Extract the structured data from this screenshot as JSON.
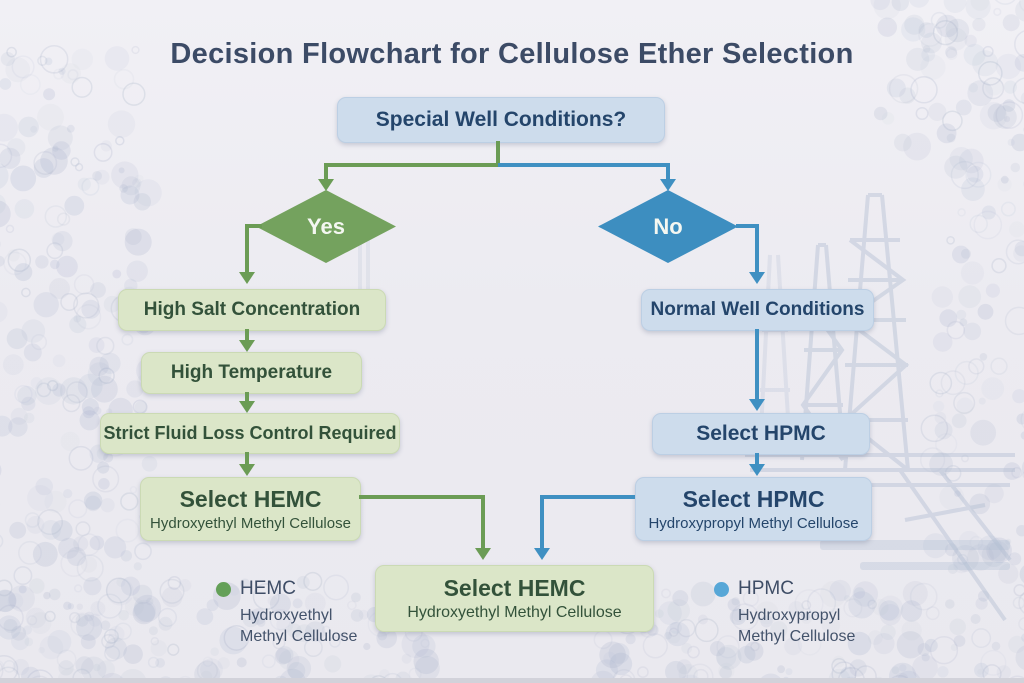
{
  "title": "Decision Flowchart for Cellulose Ether Selection",
  "flowchart": {
    "root": "Special Well Conditions?",
    "yes_label": "Yes",
    "no_label": "No",
    "left_branch": {
      "step1": "High Salt Concentration",
      "step2": "High Temperature",
      "step3": "Strict Fluid Loss Control Required",
      "result_title": "Select HEMC",
      "result_subtitle": "Hydroxyethyl Methyl Cellulose"
    },
    "right_branch": {
      "step1": "Normal Well Conditions",
      "step2": "Select HPMC",
      "result_title": "Select HPMC",
      "result_subtitle": "Hydroxypropyl Methyl Cellulose"
    },
    "final": {
      "title": "Select HEMC",
      "subtitle": "Hydroxyethyl Methyl Cellulose"
    }
  },
  "legend": {
    "hemc": {
      "abbr": "HEMC",
      "line1": "Hydroxyethyl",
      "line2": "Methyl Cellulose",
      "color": "#64a058"
    },
    "hpmc": {
      "abbr": "HPMC",
      "line1": "Hydroxypropyl",
      "line2": "Methyl Cellulose",
      "color": "#57a7d7"
    }
  },
  "colors": {
    "background": "#ecebf1",
    "title_text": "#3c4b66",
    "green_branch": "#6b9c55",
    "blue_branch": "#3f90c2",
    "green_node_bg": "#dbe6c8",
    "green_node_text": "#33523a",
    "blue_node_bg": "#cddcec",
    "blue_node_text": "#24456b",
    "yes_diamond": "#74a25e",
    "no_diamond": "#3d8ec0"
  }
}
